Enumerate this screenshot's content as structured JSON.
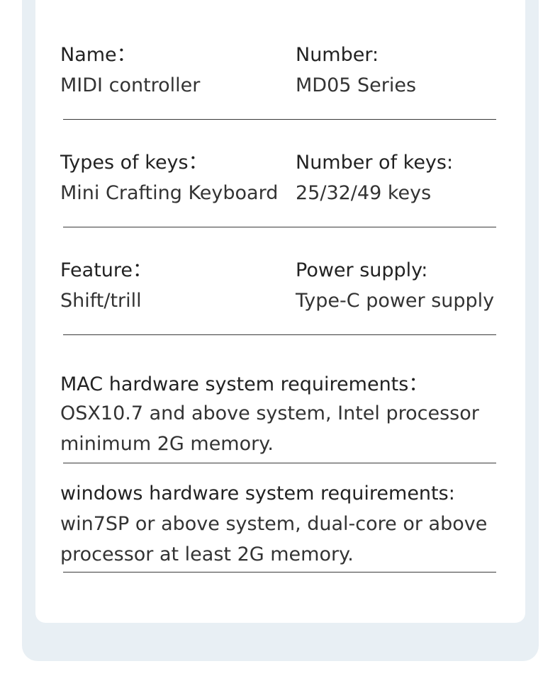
{
  "specs": [
    {
      "left_label": "Name：",
      "left_value": "MIDI controller",
      "right_label": "Number:",
      "right_value": "MD05 Series"
    },
    {
      "left_label": "Types of keys：",
      "left_value": "Mini Crafting Keyboard",
      "right_label": "Number of keys:",
      "right_value": "25/32/49 keys"
    },
    {
      "left_label": "Feature：",
      "left_value": "Shift/trill",
      "right_label": "Power supply:",
      "right_value": "Type-C power supply"
    }
  ],
  "requirements": [
    {
      "label": "MAC hardware system requirements：",
      "lines": [
        "OSX10.7 and above system, Intel processor",
        "minimum 2G memory."
      ]
    },
    {
      "label": "windows hardware system requirements:",
      "lines": [
        "win7SP or above system, dual-core or above",
        "processor at least 2G memory."
      ]
    }
  ]
}
